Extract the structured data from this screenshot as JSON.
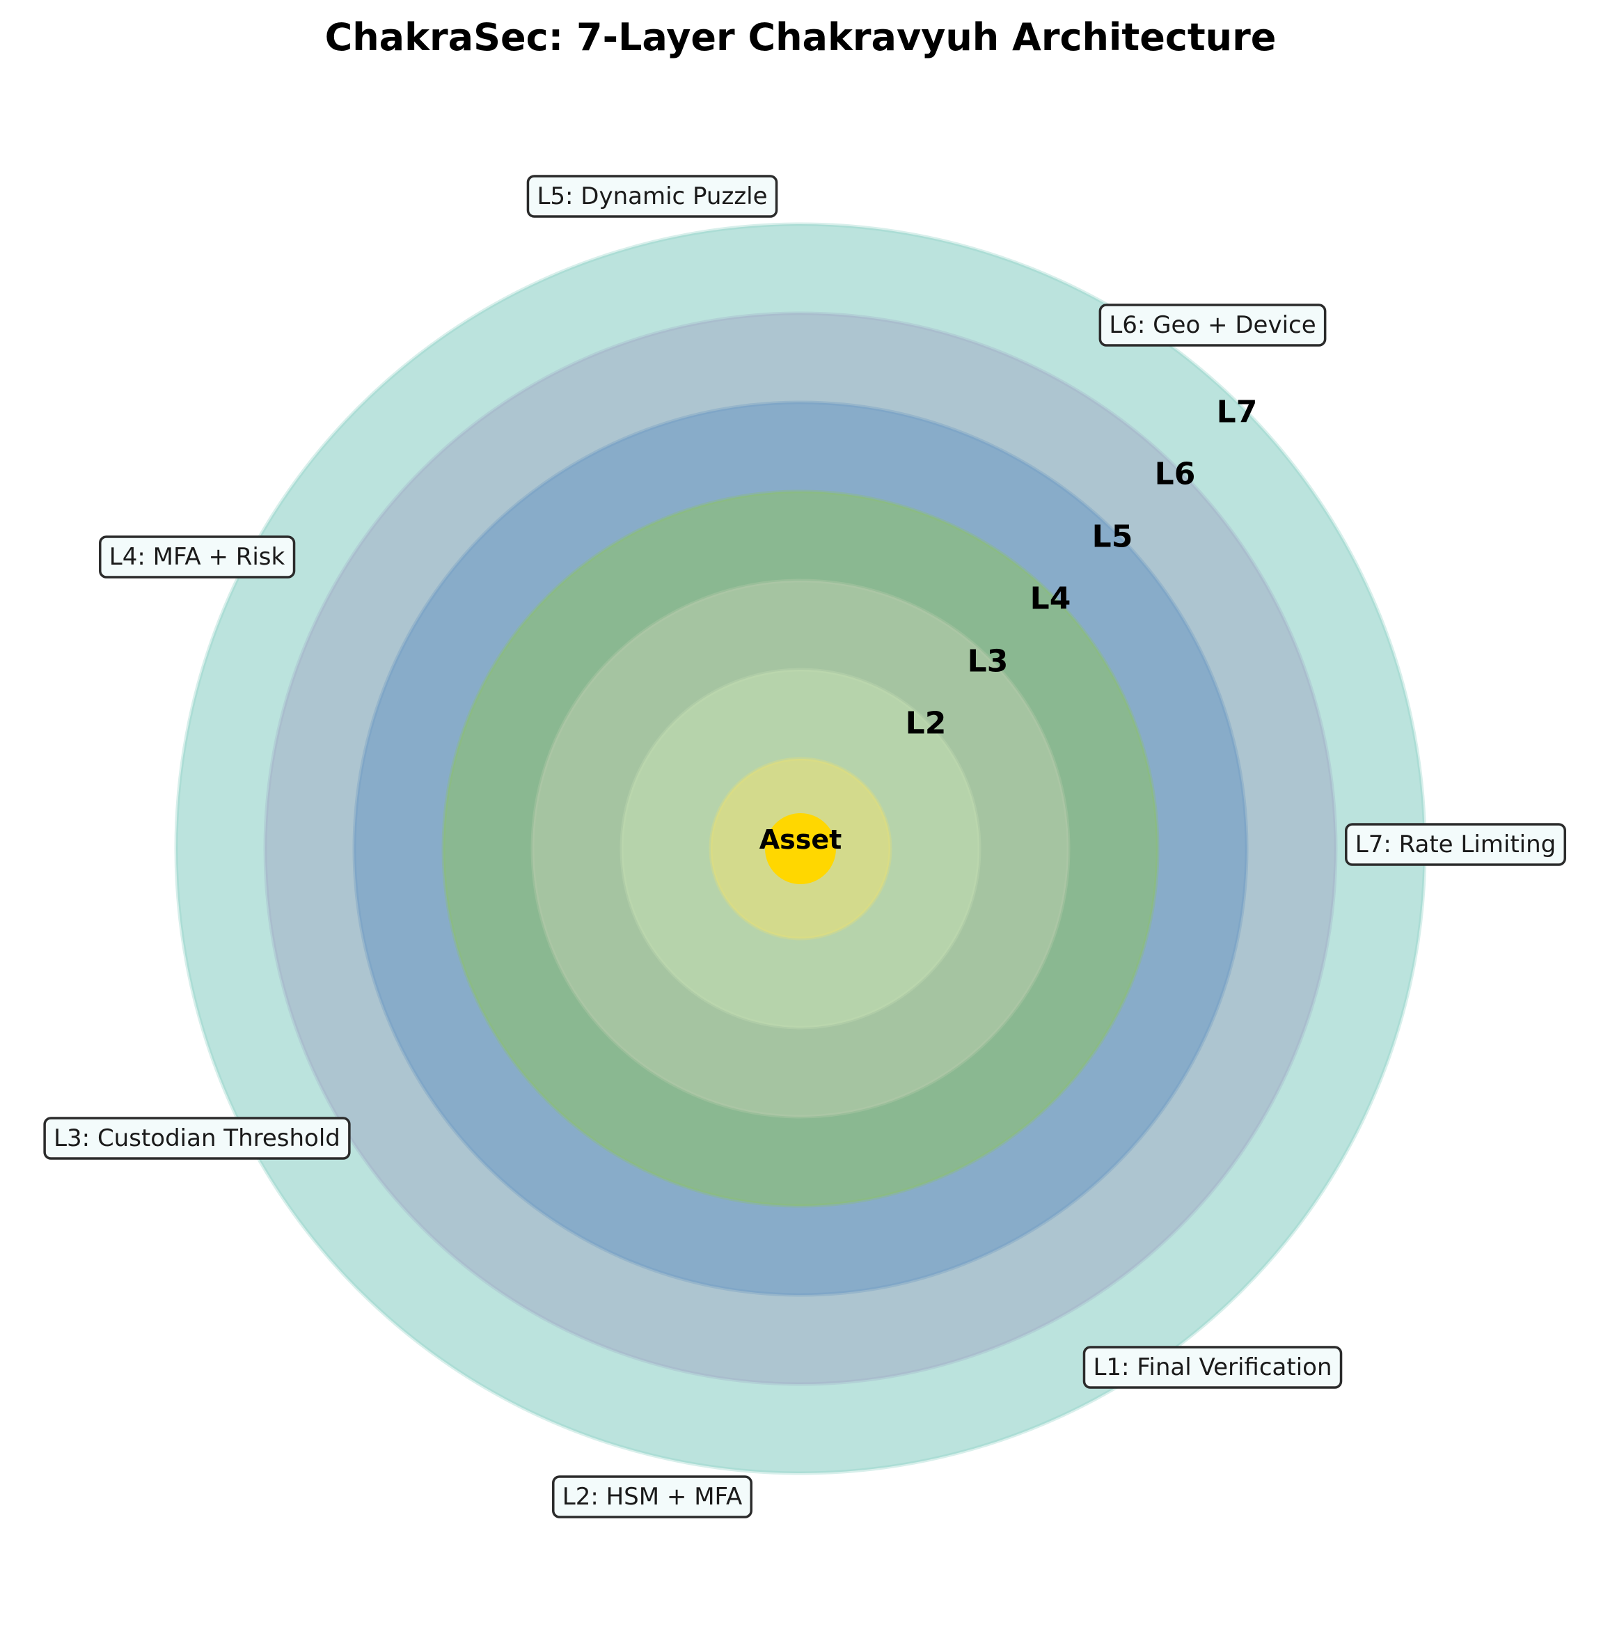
{
  "title": "ChakraSec: 7-Layer Chakravyuh Architecture",
  "core": {
    "label": "Asset",
    "color": "#ffd700"
  },
  "rings": [
    {
      "id": "L7",
      "color": "#8ed1c6"
    },
    {
      "id": "L6",
      "color": "#a3b0c8"
    },
    {
      "id": "L5",
      "color": "#6f9bc4"
    },
    {
      "id": "L4",
      "color": "#8cc06c"
    },
    {
      "id": "L3",
      "color": "#b8ccac"
    },
    {
      "id": "L2",
      "color": "#c2deb2"
    },
    {
      "id": "L1",
      "color": "#e6df78"
    }
  ],
  "ring_tags": [
    "L2",
    "L3",
    "L4",
    "L5",
    "L6",
    "L7"
  ],
  "callouts": [
    {
      "id": "L1",
      "text": "L1: Final Verification"
    },
    {
      "id": "L2",
      "text": "L2: HSM + MFA"
    },
    {
      "id": "L3",
      "text": "L3: Custodian Threshold"
    },
    {
      "id": "L4",
      "text": "L4: MFA + Risk"
    },
    {
      "id": "L5",
      "text": "L5: Dynamic Puzzle"
    },
    {
      "id": "L6",
      "text": "L6: Geo + Device"
    },
    {
      "id": "L7",
      "text": "L7: Rate Limiting"
    }
  ]
}
